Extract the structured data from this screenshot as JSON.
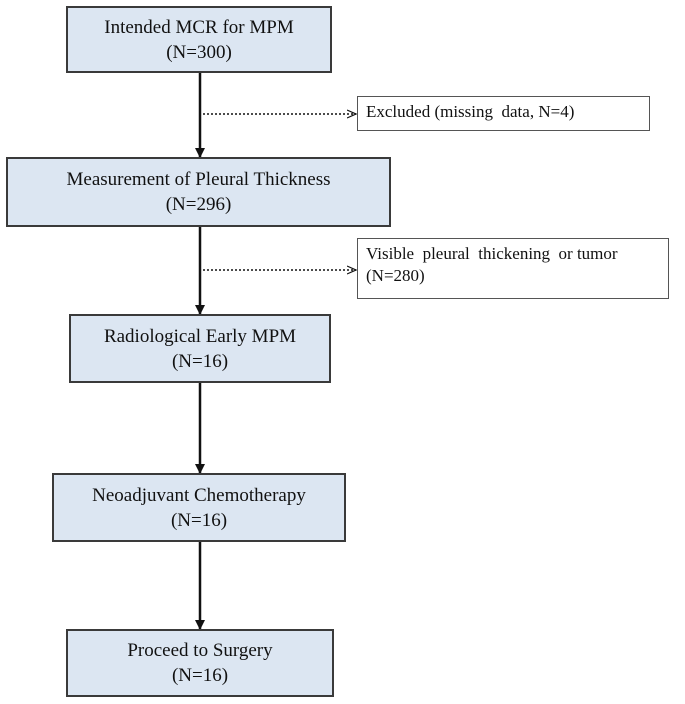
{
  "flow": {
    "colors": {
      "box_fill": "#dce6f2",
      "border": "#3a3a3a",
      "arrow": "#111111"
    },
    "steps": [
      {
        "label": "Intended  MCR for MPM",
        "count": "(N=300)"
      },
      {
        "label": "Measurement  of Pleural Thickness",
        "count": "(N=296)"
      },
      {
        "label": "Radiological Early MPM",
        "count": "(N=16)"
      },
      {
        "label": "Neoadjuvant Chemotherapy",
        "count": "(N=16)"
      },
      {
        "label": "Proceed to Surgery",
        "count": "(N=16)"
      }
    ],
    "exclusions": [
      {
        "line1": "Excluded (missing  data, N=4)"
      },
      {
        "line1": "Visible  pleural  thickening  or tumor",
        "line2": "(N=280)"
      }
    ]
  }
}
